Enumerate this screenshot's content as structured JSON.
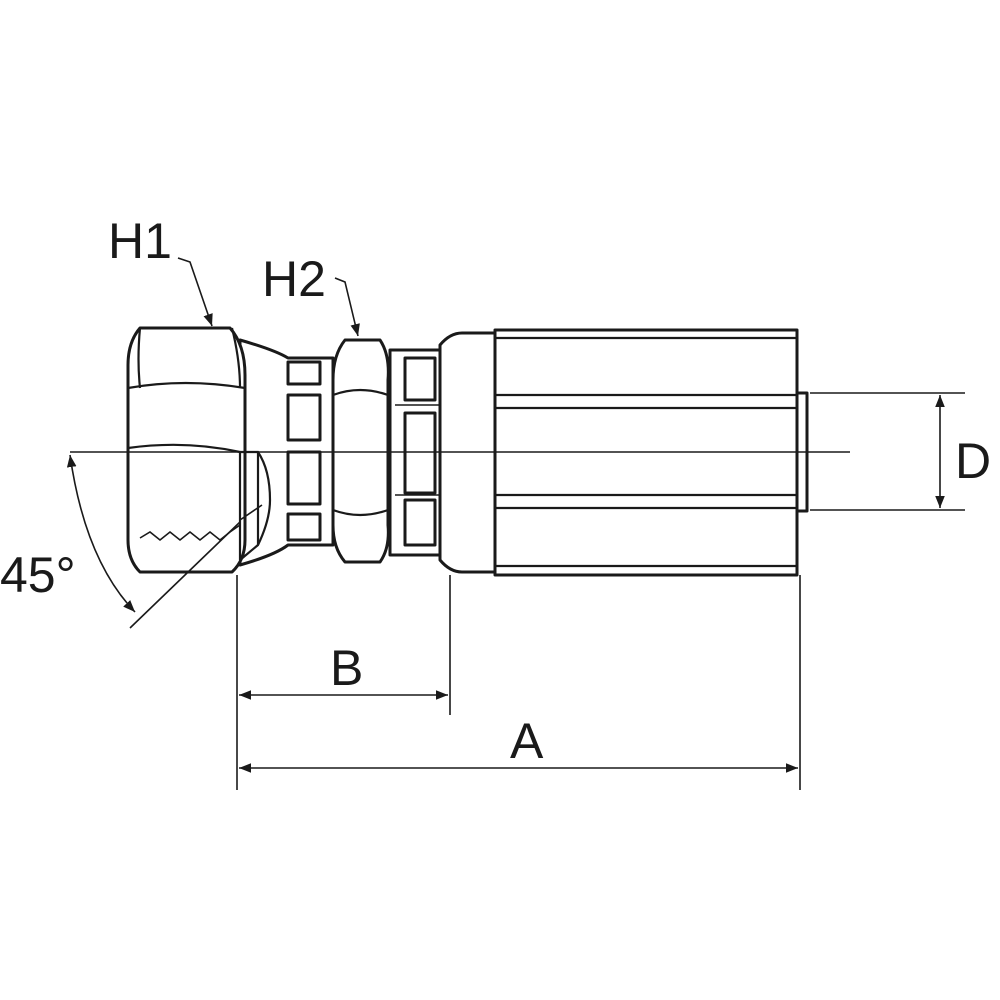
{
  "labels": {
    "h1": "H1",
    "h2": "H2",
    "d": "D",
    "angle": "45°",
    "b": "B",
    "a": "A"
  },
  "colors": {
    "line": "#1a1a1a",
    "background": "#ffffff"
  }
}
